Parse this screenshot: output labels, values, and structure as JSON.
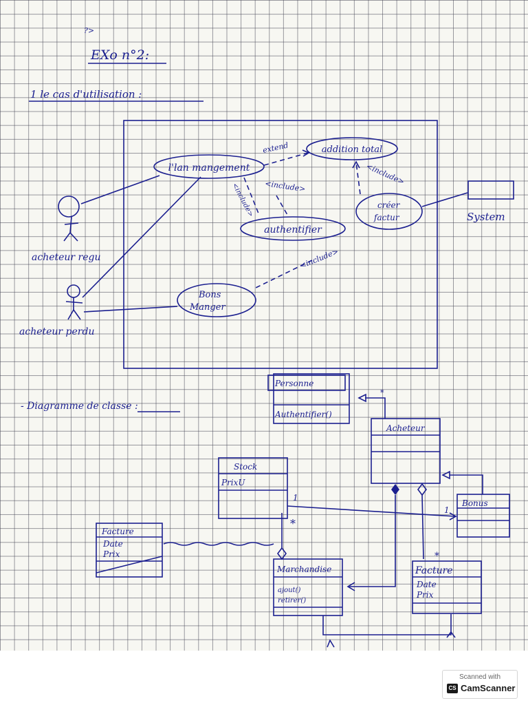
{
  "page": {
    "mark": "?>",
    "exercise_title": "EXo n°2:",
    "section1_title": "1 le cas d'utilisation :",
    "section2_title": "- Diagramme de classe :"
  },
  "usecase": {
    "cases": {
      "management": "l'lan mangement",
      "addition": "addition total",
      "authentifier": "authentifier",
      "bons": [
        "Bons",
        "Manger"
      ],
      "creer_facture": [
        "créer",
        "factur"
      ]
    },
    "actors": {
      "regu": "acheteur regu",
      "perdu": "acheteur perdu",
      "system": "System"
    },
    "relations": {
      "extend": "extend",
      "include_1": "<include>",
      "include_2": "<include>",
      "include_3": "<include>",
      "include_4": "<include>"
    }
  },
  "classes": {
    "personne": {
      "name": "Personne",
      "method": "Authentifier()"
    },
    "acheteur": {
      "name": "Acheteur"
    },
    "stock": {
      "name": "Stock",
      "attr": "PrixU"
    },
    "bonus": {
      "name": "Bonus"
    },
    "facture_left": {
      "name": "Facture",
      "attrs": [
        "Date",
        "Prix"
      ]
    },
    "marchandise": {
      "name": "Marchandise",
      "ops": [
        "ajout()",
        "retirer()"
      ]
    },
    "facture": {
      "name": "Facture",
      "attrs": [
        "Date",
        "Prix"
      ]
    },
    "multiplicities": {
      "stock_1": "1",
      "stock_star": "*",
      "bonus_1": "1",
      "facture_star": "*",
      "personne_star": "*"
    }
  },
  "watermark": {
    "line1": "Scanned with",
    "name": "CamScanner",
    "logo": "CS"
  },
  "colors": {
    "ink": "#1b1f8f",
    "grid": "#464655",
    "paper": "#f7f7f2"
  }
}
